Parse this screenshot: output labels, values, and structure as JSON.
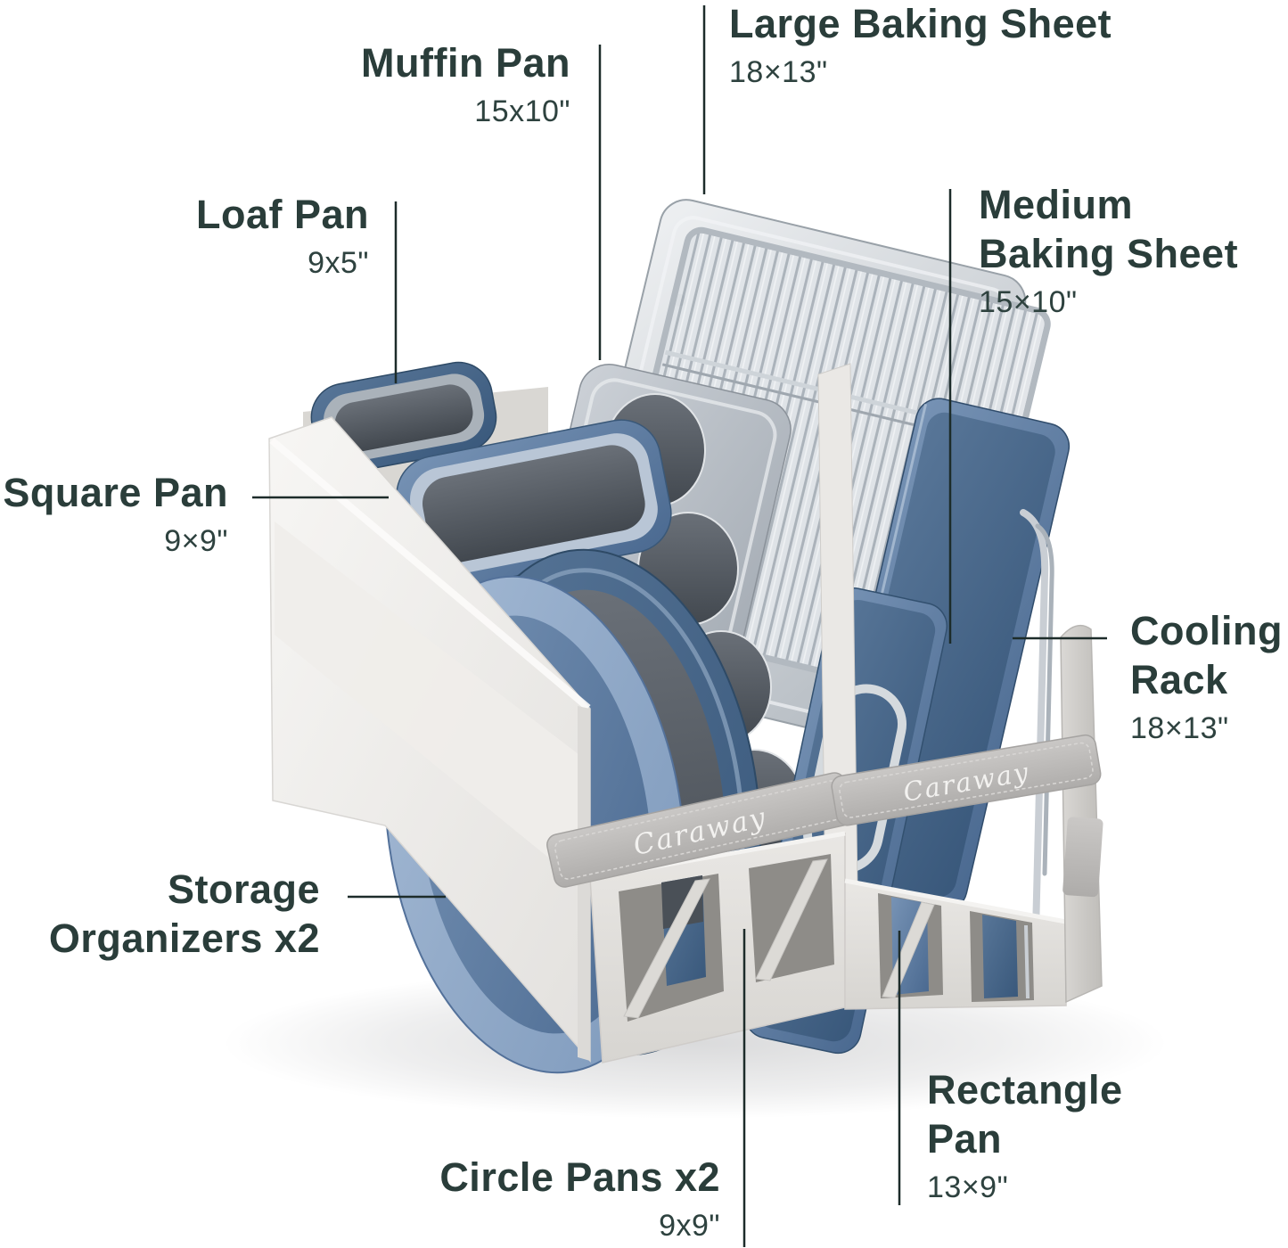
{
  "figure": {
    "brand_logo_text": "Caraway",
    "text_color": "#2a3d3a",
    "leader_line_color": "#1d2c2a"
  },
  "callouts": {
    "large_baking_sheet": {
      "title": "Large Baking Sheet",
      "dimension": "18×13\""
    },
    "muffin_pan": {
      "title": "Muffin Pan",
      "dimension": "15x10\""
    },
    "loaf_pan": {
      "title": "Loaf Pan",
      "dimension": "9x5\""
    },
    "medium_baking_sheet": {
      "title": "Medium Baking Sheet",
      "dimension": "15×10\""
    },
    "square_pan": {
      "title": "Square Pan",
      "dimension": "9×9\""
    },
    "cooling_rack": {
      "title": "Cooling Rack",
      "dimension": "18×13\""
    },
    "storage_organizers": {
      "title": "Storage Organizers x2",
      "dimension": ""
    },
    "rectangle_pan": {
      "title": "Rectangle Pan",
      "dimension": "13×9\""
    },
    "circle_pans": {
      "title": "Circle Pans x2",
      "dimension": "9x9\""
    }
  },
  "product_colors": {
    "pan_blue_dark": "#39587b",
    "pan_blue_mid": "#4a6990",
    "pan_blue_light": "#7b97ba",
    "pan_interior_gray": "#42484f",
    "sheet_silver": "#b3bac1",
    "fabric_white": "#f6f5f3",
    "fabric_gray": "#c0beba",
    "strap_gray": "#b0aeac"
  }
}
